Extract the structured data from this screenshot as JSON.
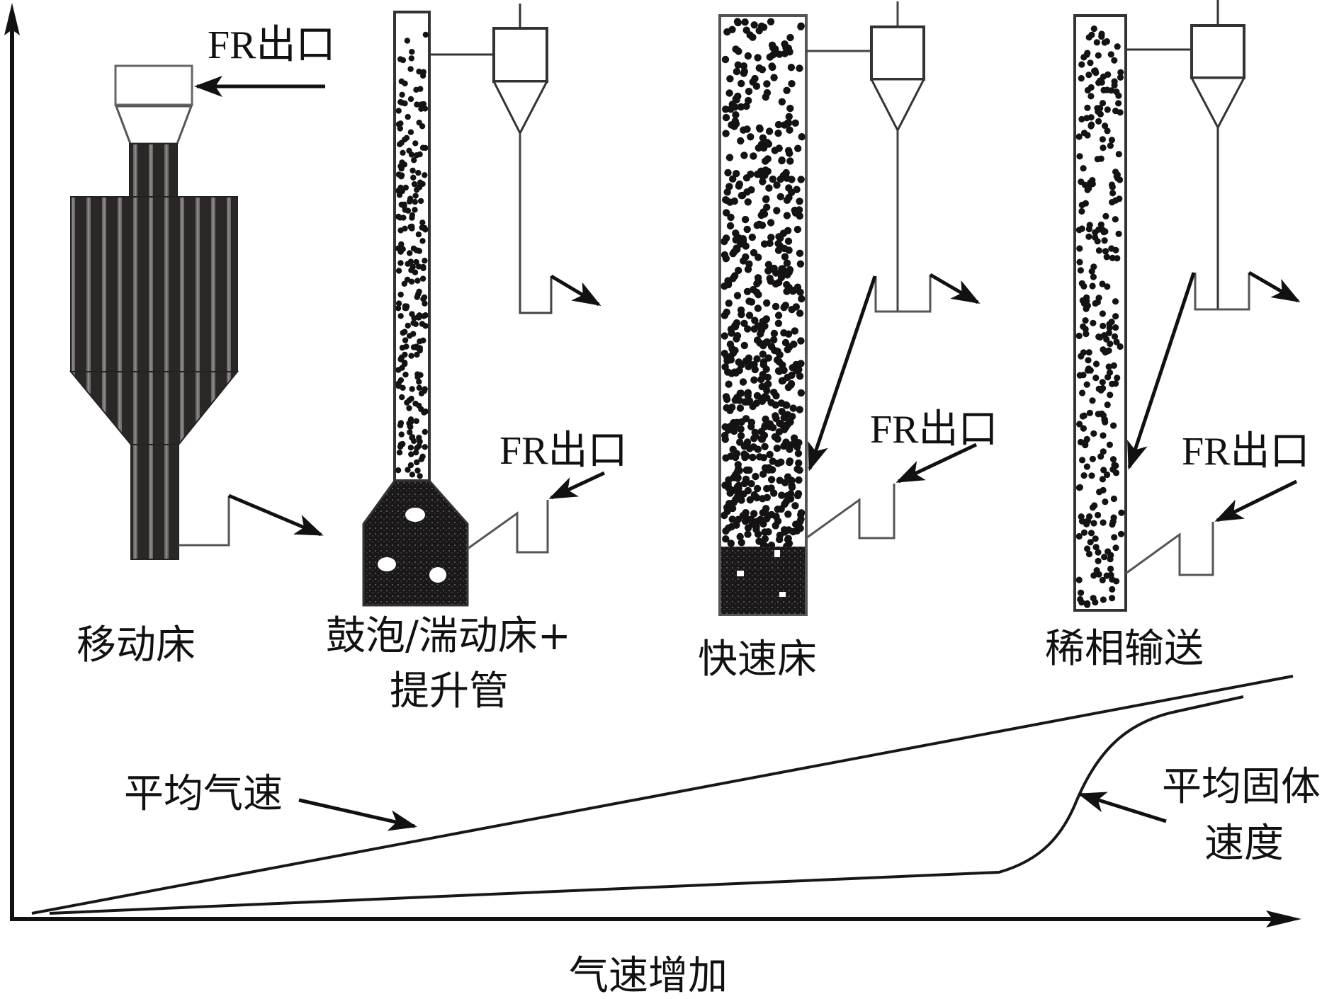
{
  "figure": {
    "x_axis_label": "气速增加",
    "stages": [
      {
        "id": "moving-bed",
        "label_lines": [
          "移动床"
        ],
        "outlet_label": "FR出口",
        "solids_fill": "striped-packed"
      },
      {
        "id": "bubbling-turbulent-riser",
        "label_lines": [
          "鼓泡/湍动床+",
          "提升管"
        ],
        "outlet_label": "FR出口",
        "solids_fill": "dense-bottom-dilute-riser"
      },
      {
        "id": "fast-bed",
        "label_lines": [
          "快速床"
        ],
        "outlet_label": "FR出口",
        "solids_fill": "dense-bottom-clustered"
      },
      {
        "id": "dilute-transport",
        "label_lines": [
          "稀相输送"
        ],
        "outlet_label": "FR出口",
        "solids_fill": "uniform-dilute"
      }
    ],
    "curves": [
      {
        "id": "mean-gas-velocity",
        "label": "平均气速",
        "shape": "linear-increase"
      },
      {
        "id": "mean-solid-velocity",
        "label_lines": [
          "平均固体",
          "速度"
        ],
        "shape": "slow-linear-then-sigmoid-rise"
      }
    ],
    "colors": {
      "ink": "#111111",
      "vessel_dark": "#2b2727",
      "stripe_light": "#6e6a6a",
      "line_gray": "#555555"
    }
  }
}
